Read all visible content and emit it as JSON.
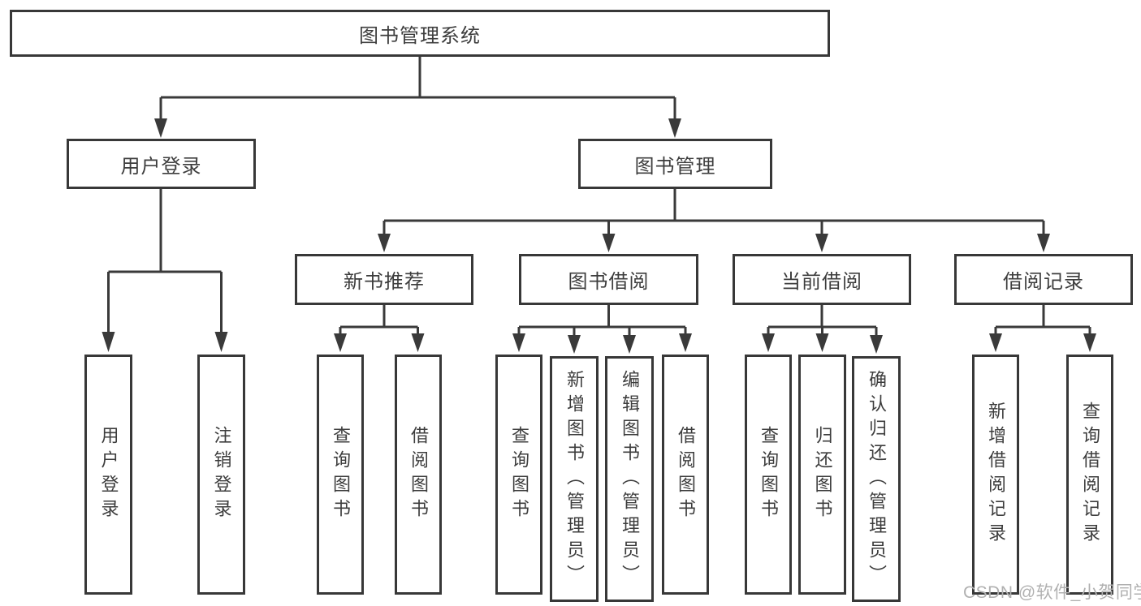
{
  "diagram_type": "functional-structure-tree",
  "colors": {
    "line": "#3a3a3a",
    "box_border": "#383838",
    "text": "#3d3d3d",
    "background": "#ffffff",
    "watermark": "#b0b0b0"
  },
  "tree": {
    "label": "图书管理系统",
    "children": [
      {
        "label": "用户登录",
        "children": [
          {
            "label": "用户登录"
          },
          {
            "label": "注销登录"
          }
        ]
      },
      {
        "label": "图书管理",
        "children": [
          {
            "label": "新书推荐",
            "children": [
              {
                "label": "查询图书"
              },
              {
                "label": "借阅图书"
              }
            ]
          },
          {
            "label": "图书借阅",
            "children": [
              {
                "label": "查询图书"
              },
              {
                "label": "新增图书（管理员）"
              },
              {
                "label": "编辑图书（管理员）"
              },
              {
                "label": "借阅图书"
              }
            ]
          },
          {
            "label": "当前借阅",
            "children": [
              {
                "label": "查询图书"
              },
              {
                "label": "归还图书"
              },
              {
                "label": "确认归还（管理员）"
              }
            ]
          },
          {
            "label": "借阅记录",
            "children": [
              {
                "label": "新增借阅记录"
              },
              {
                "label": "查询借阅记录"
              }
            ]
          }
        ]
      }
    ]
  },
  "watermark": "CSDN @软件_小贺同学"
}
